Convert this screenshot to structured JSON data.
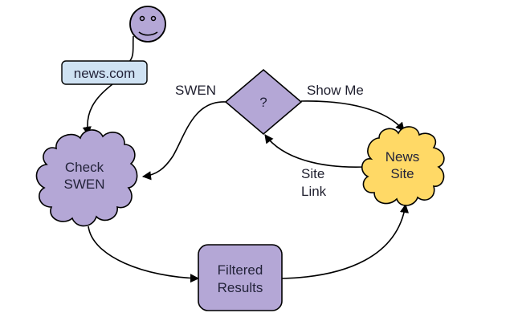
{
  "diagram": {
    "colors": {
      "purple_fill": "#b4a7d6",
      "yellow_fill": "#ffd966",
      "blue_fill": "#cfe2f3",
      "stroke": "#000000"
    },
    "nodes": {
      "user": {
        "label": "",
        "shape": "smiley-circle"
      },
      "newscom": {
        "label": "news.com",
        "shape": "rounded-rect"
      },
      "check_swen": {
        "line1": "Check",
        "line2": "SWEN",
        "shape": "cloud"
      },
      "decision": {
        "label": "?",
        "shape": "diamond"
      },
      "news_site": {
        "line1": "News",
        "line2": "Site",
        "shape": "cloud"
      },
      "filtered": {
        "line1": "Filtered",
        "line2": "Results",
        "shape": "rounded-rect"
      }
    },
    "edge_labels": {
      "swen": "SWEN",
      "show_me": "Show Me",
      "site_link_1": "Site",
      "site_link_2": "Link"
    },
    "edges": [
      {
        "from": "user",
        "to": "check_swen",
        "via": "news.com"
      },
      {
        "from": "decision",
        "to": "check_swen",
        "label": "SWEN"
      },
      {
        "from": "decision",
        "to": "news_site",
        "label": "Show Me"
      },
      {
        "from": "news_site",
        "to": "decision",
        "label": "Site Link"
      },
      {
        "from": "check_swen",
        "to": "filtered"
      },
      {
        "from": "filtered",
        "to": "news_site"
      }
    ]
  }
}
